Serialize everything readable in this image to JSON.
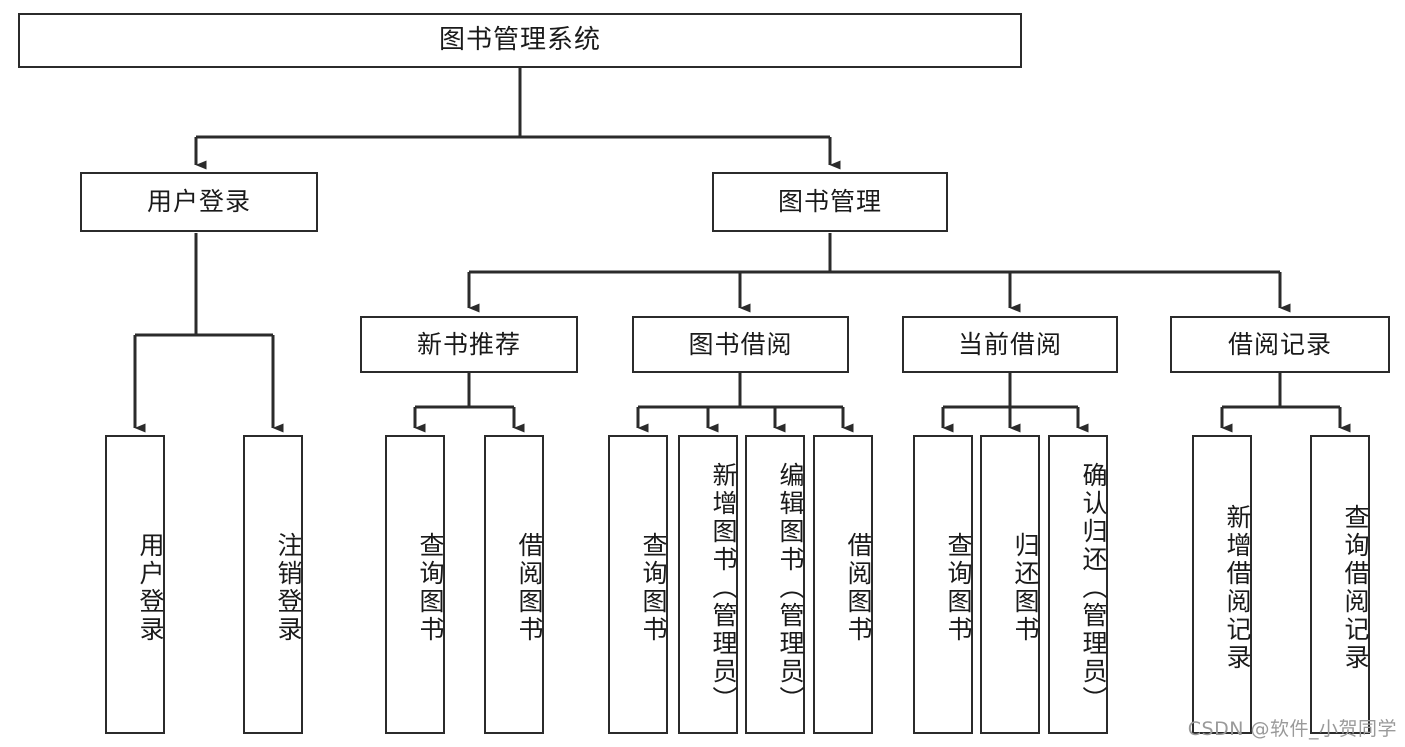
{
  "diagram": {
    "title": "图书管理系统",
    "type": "tree",
    "orientation": "top-down",
    "colors": {
      "stroke": "#2b2b2b",
      "fill": "#ffffff",
      "text": "#1a1a1a",
      "watermark": "#9a9a9a"
    }
  },
  "watermark": {
    "text": "CSDN @软件_小贺同学"
  },
  "root": {
    "label": "图书管理系统"
  },
  "level2": [
    {
      "label": "用户登录"
    },
    {
      "label": "图书管理"
    }
  ],
  "level3": [
    {
      "label": "新书推荐"
    },
    {
      "label": "图书借阅"
    },
    {
      "label": "当前借阅"
    },
    {
      "label": "借阅记录"
    }
  ],
  "leaves": {
    "user_login": [
      {
        "label": "用户登录"
      },
      {
        "label": "注销登录"
      }
    ],
    "new_book": [
      {
        "label": "查询图书"
      },
      {
        "label": "借阅图书"
      }
    ],
    "book_borrow": [
      {
        "label": "查询图书"
      },
      {
        "label": "新增图书（管理员）"
      },
      {
        "label": "编辑图书（管理员）"
      },
      {
        "label": "借阅图书"
      }
    ],
    "current_borrow": [
      {
        "label": "查询图书"
      },
      {
        "label": "归还图书"
      },
      {
        "label": "确认归还（管理员）"
      }
    ],
    "borrow_record": [
      {
        "label": "新增借阅记录"
      },
      {
        "label": "查询借阅记录"
      }
    ]
  }
}
